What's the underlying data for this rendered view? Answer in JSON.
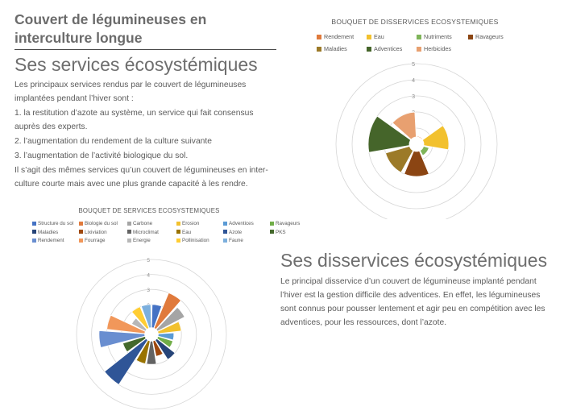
{
  "page": {
    "main_title": "Couvert de légumineuses en interculture longue",
    "services": {
      "heading": "Ses services écosystémiques",
      "paragraphs": [
        "Les principaux services rendus par le couvert de légumineuses implantées pendant l’hiver sont :",
        "1. la restitution d’azote au système, un service qui fait consensus auprès des experts.",
        "2. l’augmentation du rendement de la culture suivante",
        "3. l’augmentation de l’activité biologique du sol.",
        "Il s’agit des mêmes services qu’un couvert de légumineuses en inter-culture courte mais avec une plus grande capacité à les rendre."
      ]
    },
    "disservices": {
      "heading": "Ses disservices écosystémiques",
      "paragraph": "Le principal disservice d’un couvert de légumineuse implanté pendant l’hiver est la gestion difficile des adventices. En effet, les légumineuses sont connus pour pousser lentement et agir peu en compétition avec les adventices, pour les ressources, dont l’azote."
    }
  },
  "chart_data": [
    {
      "type": "polar_bar",
      "title": "BOUQUET DE DISSERVICES ECOSYSTEMIQUES",
      "rlim": [
        0,
        5
      ],
      "r_ticks": [
        "1",
        "2",
        "3",
        "4",
        "5"
      ],
      "grid": true,
      "legend_position": "top",
      "categories": [
        "Rendement",
        "Eau",
        "Nutriments",
        "Ravageurs",
        "Maladies",
        "Adventices",
        "Herbicides"
      ],
      "values": [
        0.5,
        2.0,
        0.8,
        2.0,
        2.0,
        3.0,
        2.0
      ],
      "colors": [
        "#E07A3C",
        "#F2C12E",
        "#7FB55A",
        "#8B4513",
        "#9C7A28",
        "#45652A",
        "#E8A070"
      ]
    },
    {
      "type": "polar_bar",
      "title": "BOUQUET DE SERVICES ECOSYSTEMIQUES",
      "rlim": [
        0,
        5
      ],
      "r_ticks": [
        "1",
        "2",
        "3",
        "4",
        "5"
      ],
      "grid": true,
      "legend_position": "top",
      "categories": [
        "Structure du sol",
        "Biologie du sol",
        "Carbone",
        "Erosion",
        "Adventices",
        "Ravageurs",
        "Maladies",
        "Lixiviation",
        "Microclimat",
        "Eau",
        "Azote",
        "PKS",
        "Rendement",
        "Fourrage",
        "Energie",
        "Pollinisation",
        "Faune"
      ],
      "values": [
        2,
        3,
        2.5,
        2,
        1.5,
        1.5,
        2,
        1.5,
        2,
        2,
        4,
        2,
        3.5,
        3,
        1.5,
        2,
        2
      ],
      "colors": [
        "#4472C4",
        "#E07A3C",
        "#A5A5A5",
        "#F2C12E",
        "#5B9BD5",
        "#70AD47",
        "#264478",
        "#9E480E",
        "#636363",
        "#997300",
        "#2F5597",
        "#43682B",
        "#698ED0",
        "#F1975A",
        "#B7B7B7",
        "#FFCD33",
        "#7CAFDD"
      ]
    }
  ]
}
